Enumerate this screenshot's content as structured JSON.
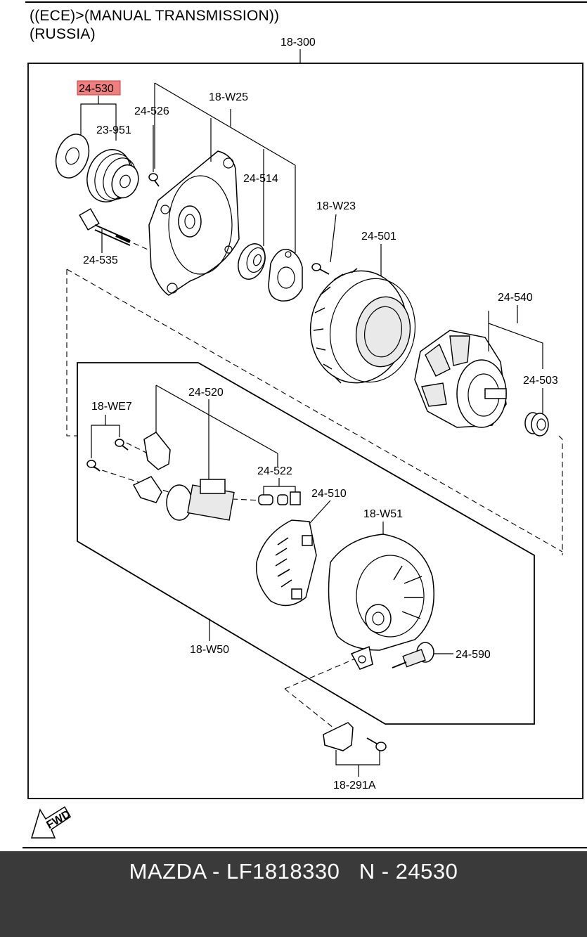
{
  "header": {
    "line1": "((ECE)>(MANUAL TRANSMISSION))",
    "line2": "(RUSSIA)"
  },
  "callouts": {
    "c18_300": "18-300",
    "c24_530": "24-530",
    "c24_526": "24-526",
    "c18_W25": "18-W25",
    "c23_951": "23-951",
    "c24_514": "24-514",
    "c18_W23": "18-W23",
    "c24_501": "24-501",
    "c24_535": "24-535",
    "c24_540": "24-540",
    "c24_503": "24-503",
    "c18_WE7": "18-WE7",
    "c24_520": "24-520",
    "c24_522": "24-522",
    "c24_510": "24-510",
    "c18_W51": "18-W51",
    "c24_590": "24-590",
    "c18_W50": "18-W50",
    "c18_291A": "18-291A"
  },
  "highlight_color": "#f08080",
  "fwd_label": "FWD",
  "footer": {
    "text": "MAZDA - LF1818330   N - 24530"
  }
}
